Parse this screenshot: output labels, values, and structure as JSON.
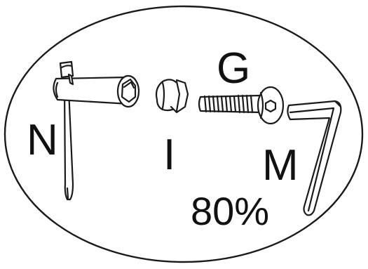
{
  "labels": {
    "socket_wrench": "N",
    "cap_nut": "I",
    "bolt": "G",
    "hex_key": "M",
    "percent": "80%"
  }
}
